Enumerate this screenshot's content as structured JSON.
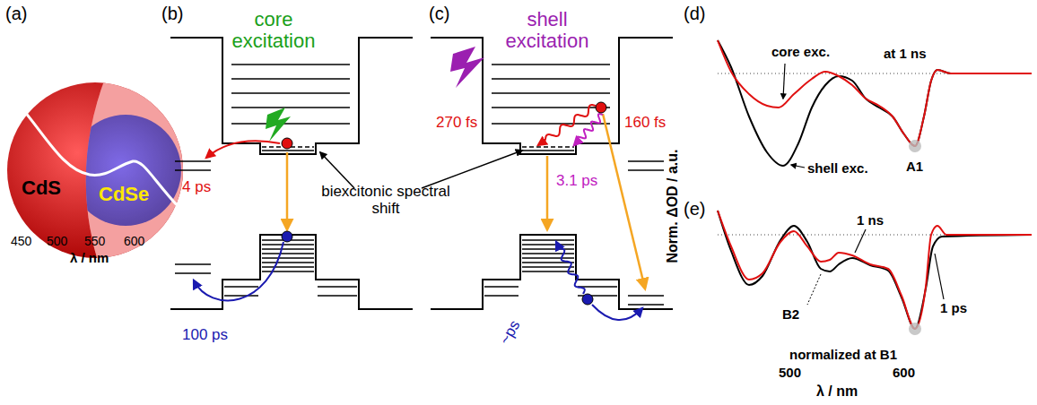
{
  "diagram": {
    "labels": [
      "(a)",
      "(b)",
      "(c)",
      "(d)",
      "(e)",
      "core excitation",
      "shell excitation",
      "CdS",
      "CdSe",
      "450",
      "500",
      "550",
      "600",
      "λ / nm",
      "4 ps",
      "100 ps",
      "biexcitonic spectral shift",
      "270 fs",
      "160 fs",
      "3.1 ps",
      "~ps",
      "core exc.",
      "at 1 ns",
      "shell exc.",
      "A1",
      "1 ns",
      "1 ps",
      "B2",
      "normalized at B1",
      "Norm. ΔOD / a.u.",
      "500",
      "600",
      "λ / nm"
    ]
  }
}
